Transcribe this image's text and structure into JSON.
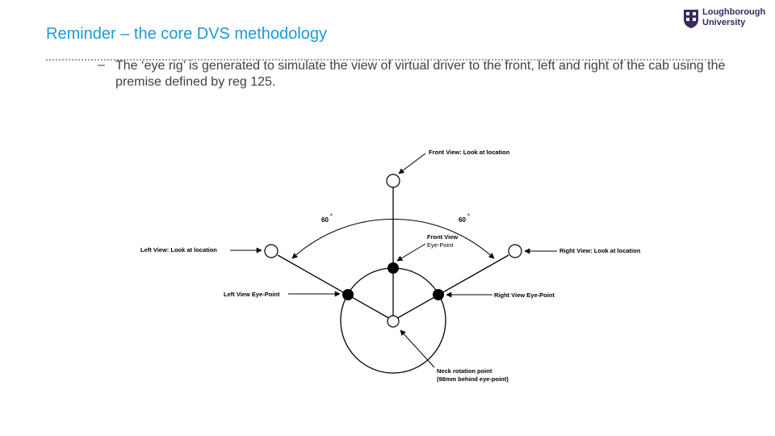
{
  "slide": {
    "title": "Reminder – the core DVS methodology",
    "bullet_marker": "–",
    "bullet_text": "The ‘eye rig’ is generated to simulate the view of virtual driver to the front, left and right of the cab using the premise defined by reg 125."
  },
  "logo": {
    "line1": "Loughborough",
    "line2": "University",
    "color": "#3a2a5e"
  },
  "diagram": {
    "label_front_look": "Front View: Look at location",
    "label_left_look": "Left View: Look at location",
    "label_right_look": "Right View: Look at location",
    "label_front_eye_1": "Front View",
    "label_front_eye_2": "Eye-Point",
    "label_left_eye": "Left View Eye-Point",
    "label_right_eye": "Right View Eye-Point",
    "label_neck_1": "Neck rotation point",
    "label_neck_2": "(98mm behind eye-point)",
    "angle_left": "60",
    "angle_right": "60",
    "degree_mark": "°"
  },
  "colors": {
    "title": "#1a9bd7",
    "body_text": "#404040",
    "line": "#000000"
  }
}
